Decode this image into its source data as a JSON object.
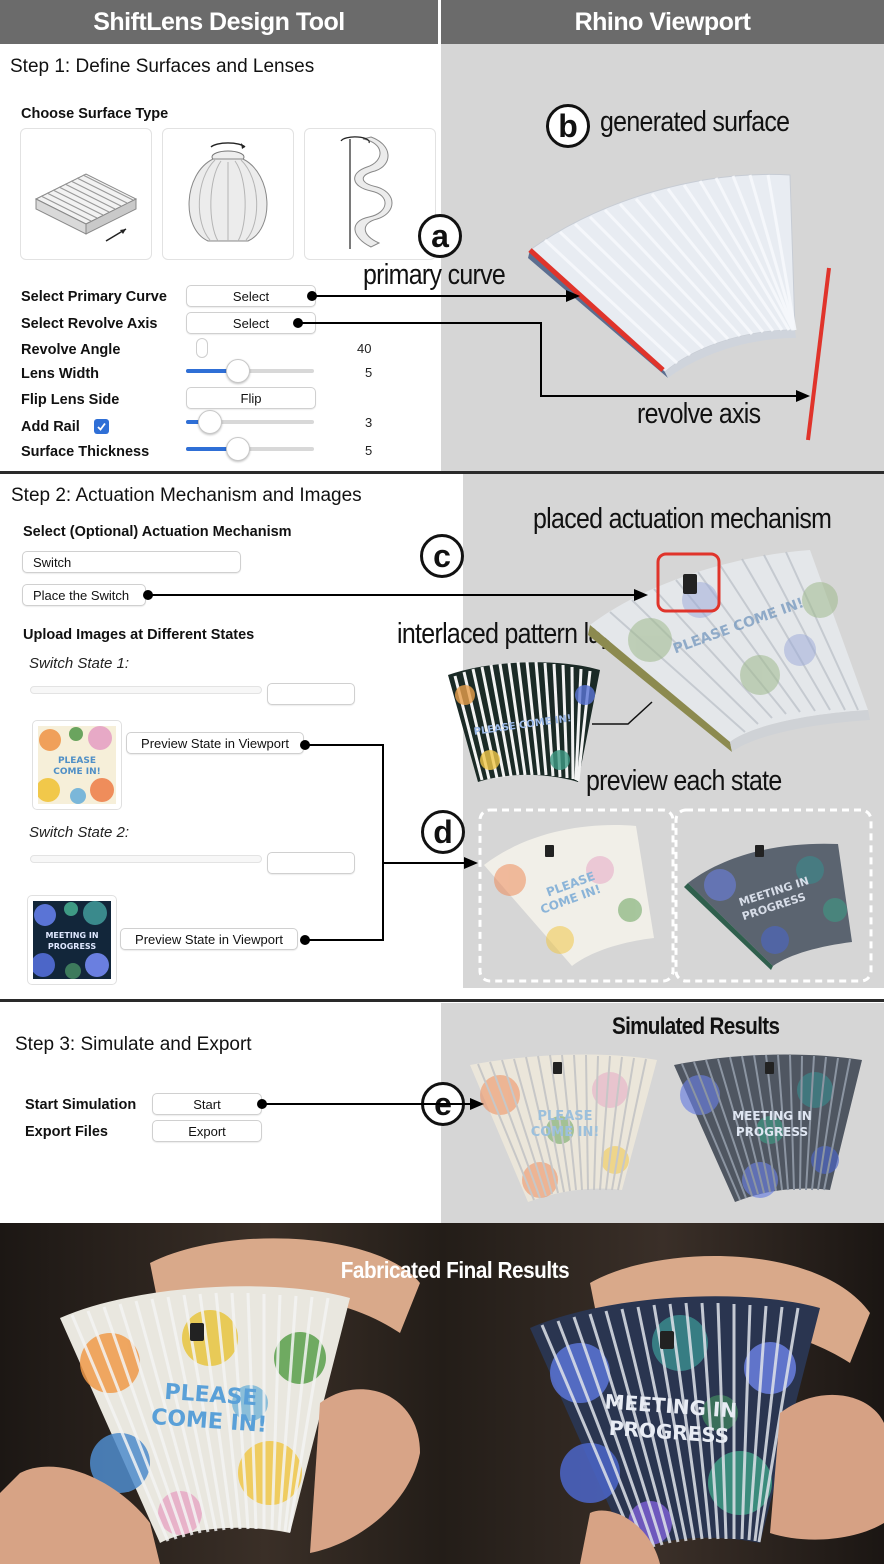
{
  "headers": {
    "left": "ShiftLens Design Tool",
    "right": "Rhino Viewport"
  },
  "step1": {
    "title": "Step 1: Define Surfaces and Lenses",
    "choose_surface_type": "Choose Surface Type",
    "surface_types": [
      "extruded-surface-icon",
      "revolved-lamp-icon",
      "twisted-surface-icon"
    ],
    "select_primary_curve": {
      "label": "Select Primary Curve",
      "button": "Select"
    },
    "select_revolve_axis": {
      "label": "Select Revolve Axis",
      "button": "Select"
    },
    "revolve_angle": {
      "label": "Revolve Angle",
      "value": "40",
      "level": 0.0
    },
    "lens_width": {
      "label": "Lens Width",
      "value": "5",
      "level": 0.4
    },
    "flip_lens_side": {
      "label": "Flip Lens Side",
      "button": "Flip"
    },
    "add_rail": {
      "label": "Add Rail",
      "checked": true,
      "value": "3",
      "level": 0.2
    },
    "surface_thickness": {
      "label": "Surface Thickness",
      "value": "5",
      "level": 0.4
    }
  },
  "step2": {
    "title": "Step 2: Actuation Mechanism and Images",
    "select_mechanism": "Select (Optional) Actuation Mechanism",
    "mechanism_value": "Switch",
    "place_button": "Place the Switch",
    "upload_images": "Upload Images at Different States",
    "state1": {
      "label": "Switch State 1:",
      "image_text": "PLEASE COME IN!",
      "preview_button": "Preview State in Viewport"
    },
    "state2": {
      "label": "Switch State 2:",
      "image_text": "MEETING IN PROGRESS",
      "preview_button": "Preview State in Viewport"
    }
  },
  "step3": {
    "title": "Step 3: Simulate and Export",
    "start_simulation": {
      "label": "Start Simulation",
      "button": "Start"
    },
    "export_files": {
      "label": "Export Files",
      "button": "Export"
    }
  },
  "viewport": {
    "a": {
      "letter": "a",
      "text": "primary curve"
    },
    "b": {
      "letter": "b",
      "text": "generated surface"
    },
    "revolve_axis": "revolve axis",
    "c": {
      "letter": "c",
      "text": "placed actuation mechanism"
    },
    "interlaced": "interlaced pattern layer",
    "d": {
      "letter": "d",
      "text": "preview each state"
    },
    "e": {
      "letter": "e"
    },
    "simulated_results": "Simulated Results",
    "fan1_text": "PLEASE COME IN!",
    "fan2_text": "MEETING IN PROGRESS",
    "sim1_text": "PLEASE COME IN!",
    "sim2_text": "MEETING IN PROGRESS"
  },
  "photo": {
    "title": "Fabricated Final Results",
    "left_text": "PLEASE COME IN!",
    "right_text": "MEETING IN PROGRESS"
  },
  "colors": {
    "header_bg": "#6b6b6b",
    "viewport_bg": "#d6d6d6",
    "accent_blue": "#2f6fd6",
    "curve_red": "#e0342b"
  }
}
